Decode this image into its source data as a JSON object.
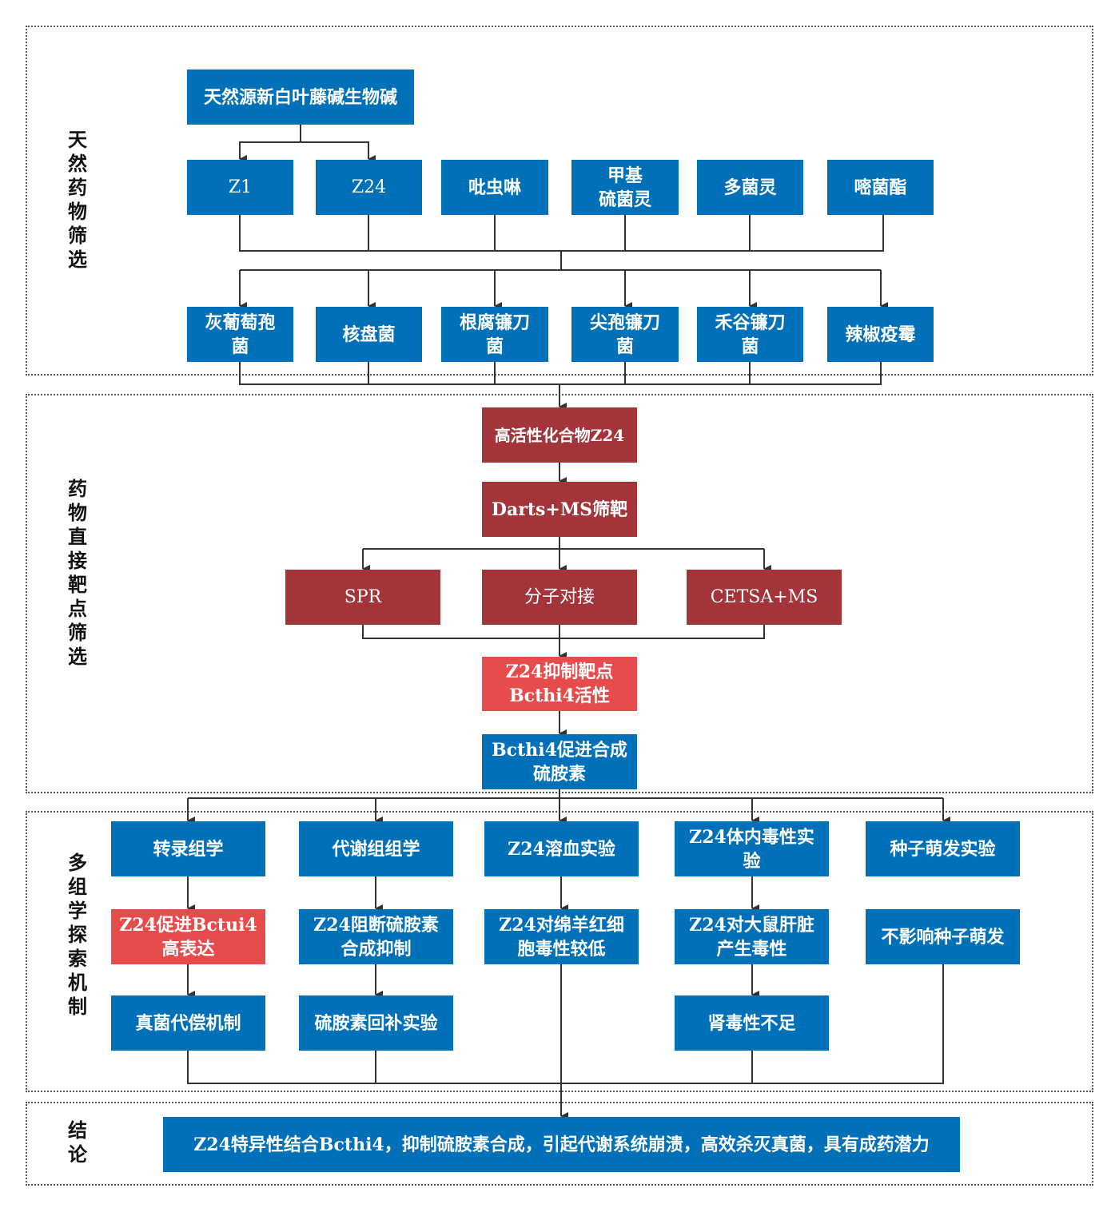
{
  "sections": [
    {
      "label": "天然药物筛选"
    },
    {
      "label": "药物直接靶点筛选"
    },
    {
      "label": "多组学探索机制"
    },
    {
      "label": "结论"
    }
  ],
  "stage1": {
    "source": "天然源新白叶藤碱生物碱",
    "compounds": [
      "Z1",
      "Z24",
      "吡虫啉",
      "甲基\n硫菌灵",
      "多菌灵",
      "嘧菌酯"
    ],
    "fungi": [
      "灰葡萄孢\n菌",
      "核盘菌",
      "根腐镰刀\n菌",
      "尖孢镰刀\n菌",
      "禾谷镰刀\n菌",
      "辣椒疫霉"
    ]
  },
  "stage2": {
    "hit": "高活性化合物Z24",
    "screen": "Darts+MS筛靶",
    "methods": [
      "SPR",
      "分子对接",
      "CETSA+MS"
    ],
    "target": "Z24抑制靶点\nBcthi4活性",
    "function": "Bcthi4促进合成\n硫胺素"
  },
  "stage3": {
    "columns": [
      {
        "items": [
          "转录组学",
          "Z24促进Bctui4\n高表达",
          "真菌代偿机制"
        ]
      },
      {
        "items": [
          "代谢组组学",
          "Z24阻断硫胺素\n合成抑制",
          "硫胺素回补实验"
        ]
      },
      {
        "items": [
          "Z24溶血实验",
          "Z24对绵羊红细\n胞毒性较低"
        ]
      },
      {
        "items": [
          "Z24体内毒性实\n验",
          "Z24对大鼠肝脏\n产生毒性",
          "肾毒性不足"
        ]
      },
      {
        "items": [
          "种子萌发实验",
          "不影响种子萌发"
        ]
      }
    ]
  },
  "conclusion": "Z24特异性结合Bcthi4，抑制硫胺素合成，引起代谢系统崩溃，高效杀灭真菌，具有成药潜力",
  "colors": {
    "blue": "#0070b8",
    "dark_red": "#a2343a",
    "highlight_red": "#e74c4c",
    "line": "#333333"
  }
}
